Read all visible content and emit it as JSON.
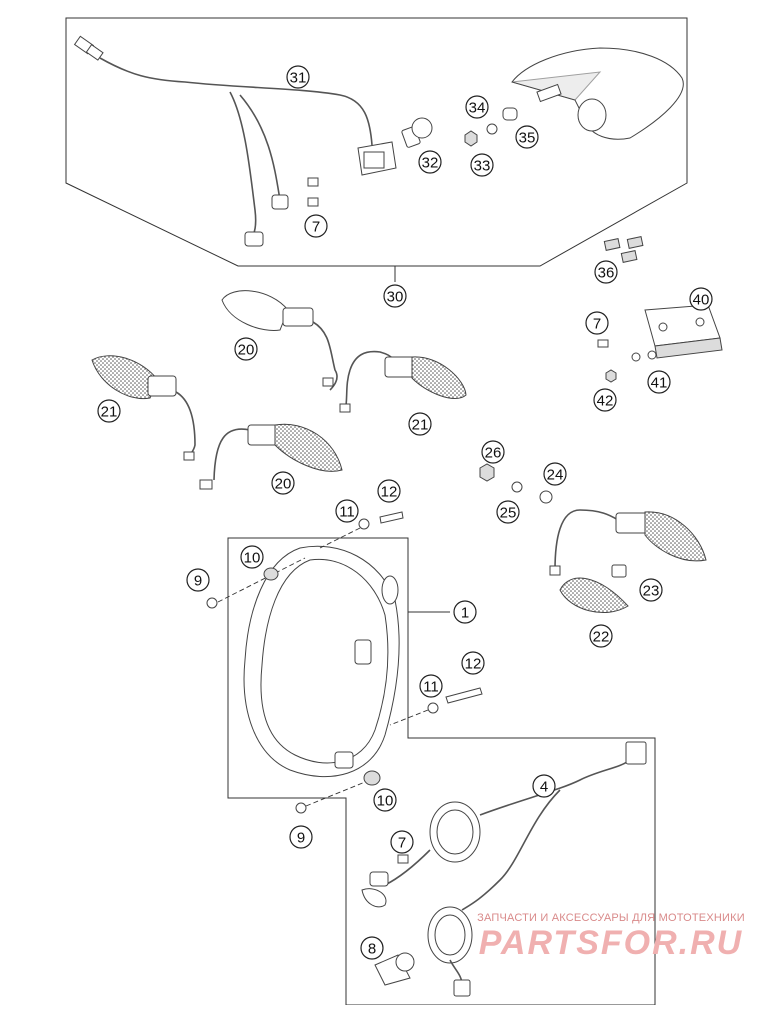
{
  "callouts": [
    "31",
    "32",
    "33",
    "34",
    "35",
    "7",
    "30",
    "36",
    "40",
    "20",
    "21",
    "21",
    "20",
    "7",
    "41",
    "42",
    "26",
    "24",
    "25",
    "11",
    "12",
    "10",
    "9",
    "1",
    "23",
    "22",
    "12",
    "11",
    "4",
    "10",
    "9",
    "7",
    "8"
  ],
  "watermark": {
    "line": "ЗАПЧАСТИ И АКСЕССУАРЫ ДЛЯ МОТОТЕХНИКИ",
    "logo": "PARTSFOR.RU"
  }
}
